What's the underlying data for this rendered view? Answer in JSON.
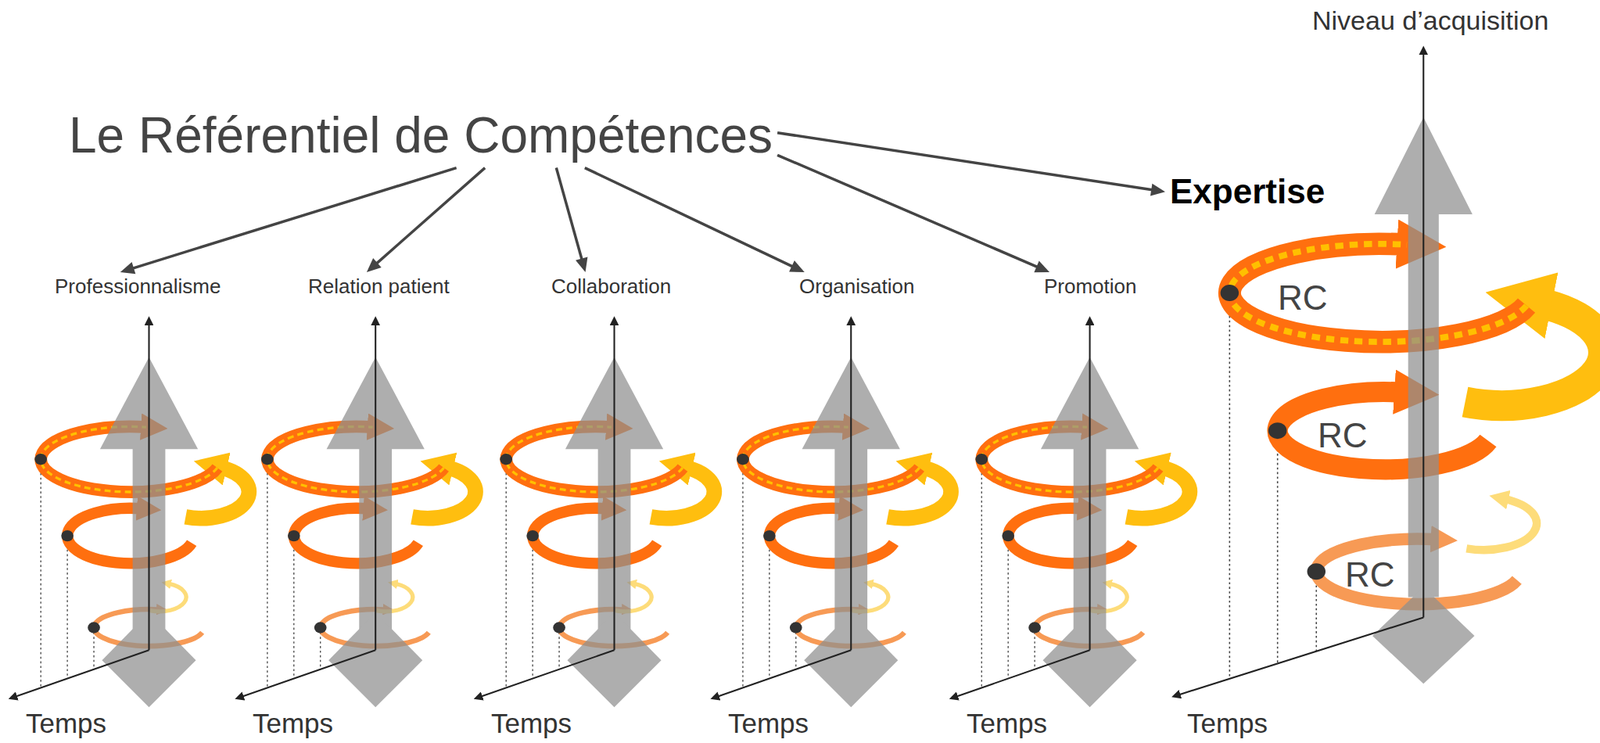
{
  "diagram": {
    "nodes": [
      {
        "text": [
          "Le Référentiel de Compétences"
        ]
      },
      {
        "text": [
          "Professionnalisme"
        ]
      },
      {
        "text": [
          "Relation patient"
        ]
      },
      {
        "text": [
          "Collaboration"
        ]
      },
      {
        "text": [
          "Organisation"
        ]
      },
      {
        "text": [
          "Promotion"
        ]
      },
      {
        "text": [
          "Expertise"
        ]
      }
    ],
    "edges": [
      {
        "from": 0,
        "to": 1,
        "arrow": "to"
      },
      {
        "from": 0,
        "to": 2,
        "arrow": "to"
      },
      {
        "from": 0,
        "to": 3,
        "arrow": "to"
      },
      {
        "from": 0,
        "to": 4,
        "arrow": "to"
      },
      {
        "from": 0,
        "to": 5,
        "arrow": "to"
      },
      {
        "from": 0,
        "to": 6,
        "arrow": "to"
      }
    ],
    "labels": [
      "Niveau d’acquisition",
      "RC",
      "RC",
      "RC",
      "Temps",
      "Temps",
      "Temps",
      "Temps",
      "Temps",
      "Temps"
    ]
  }
}
